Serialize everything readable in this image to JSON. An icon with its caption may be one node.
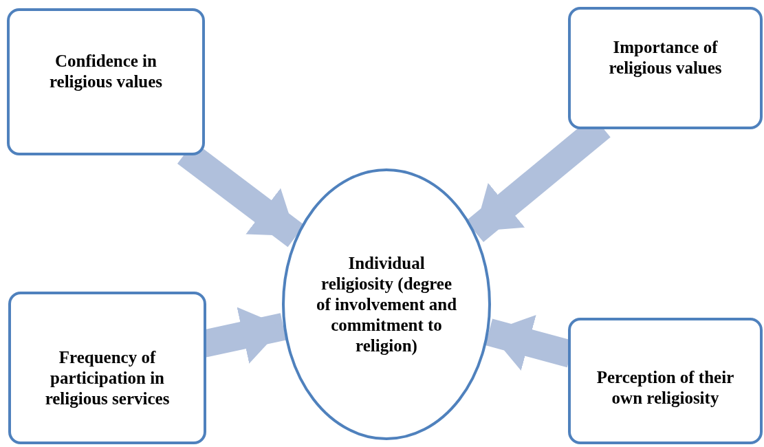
{
  "diagram": {
    "nodes": [
      {
        "text": [
          "Confidence in religious values"
        ]
      },
      {
        "text": [
          "Importance of religious values"
        ]
      },
      {
        "text": [
          "Individual religiosity (degree of involvement and commitment to religion)"
        ]
      },
      {
        "text": [
          "Frequency of participation in religious services"
        ]
      },
      {
        "text": [
          "Perception of their own religiosity"
        ]
      }
    ],
    "edges": [
      {
        "from": 0,
        "to": 2,
        "arrow": "to"
      },
      {
        "from": 1,
        "to": 2,
        "arrow": "to"
      },
      {
        "from": 3,
        "to": 2,
        "arrow": "to"
      },
      {
        "from": 4,
        "to": 2,
        "arrow": "to"
      }
    ]
  }
}
